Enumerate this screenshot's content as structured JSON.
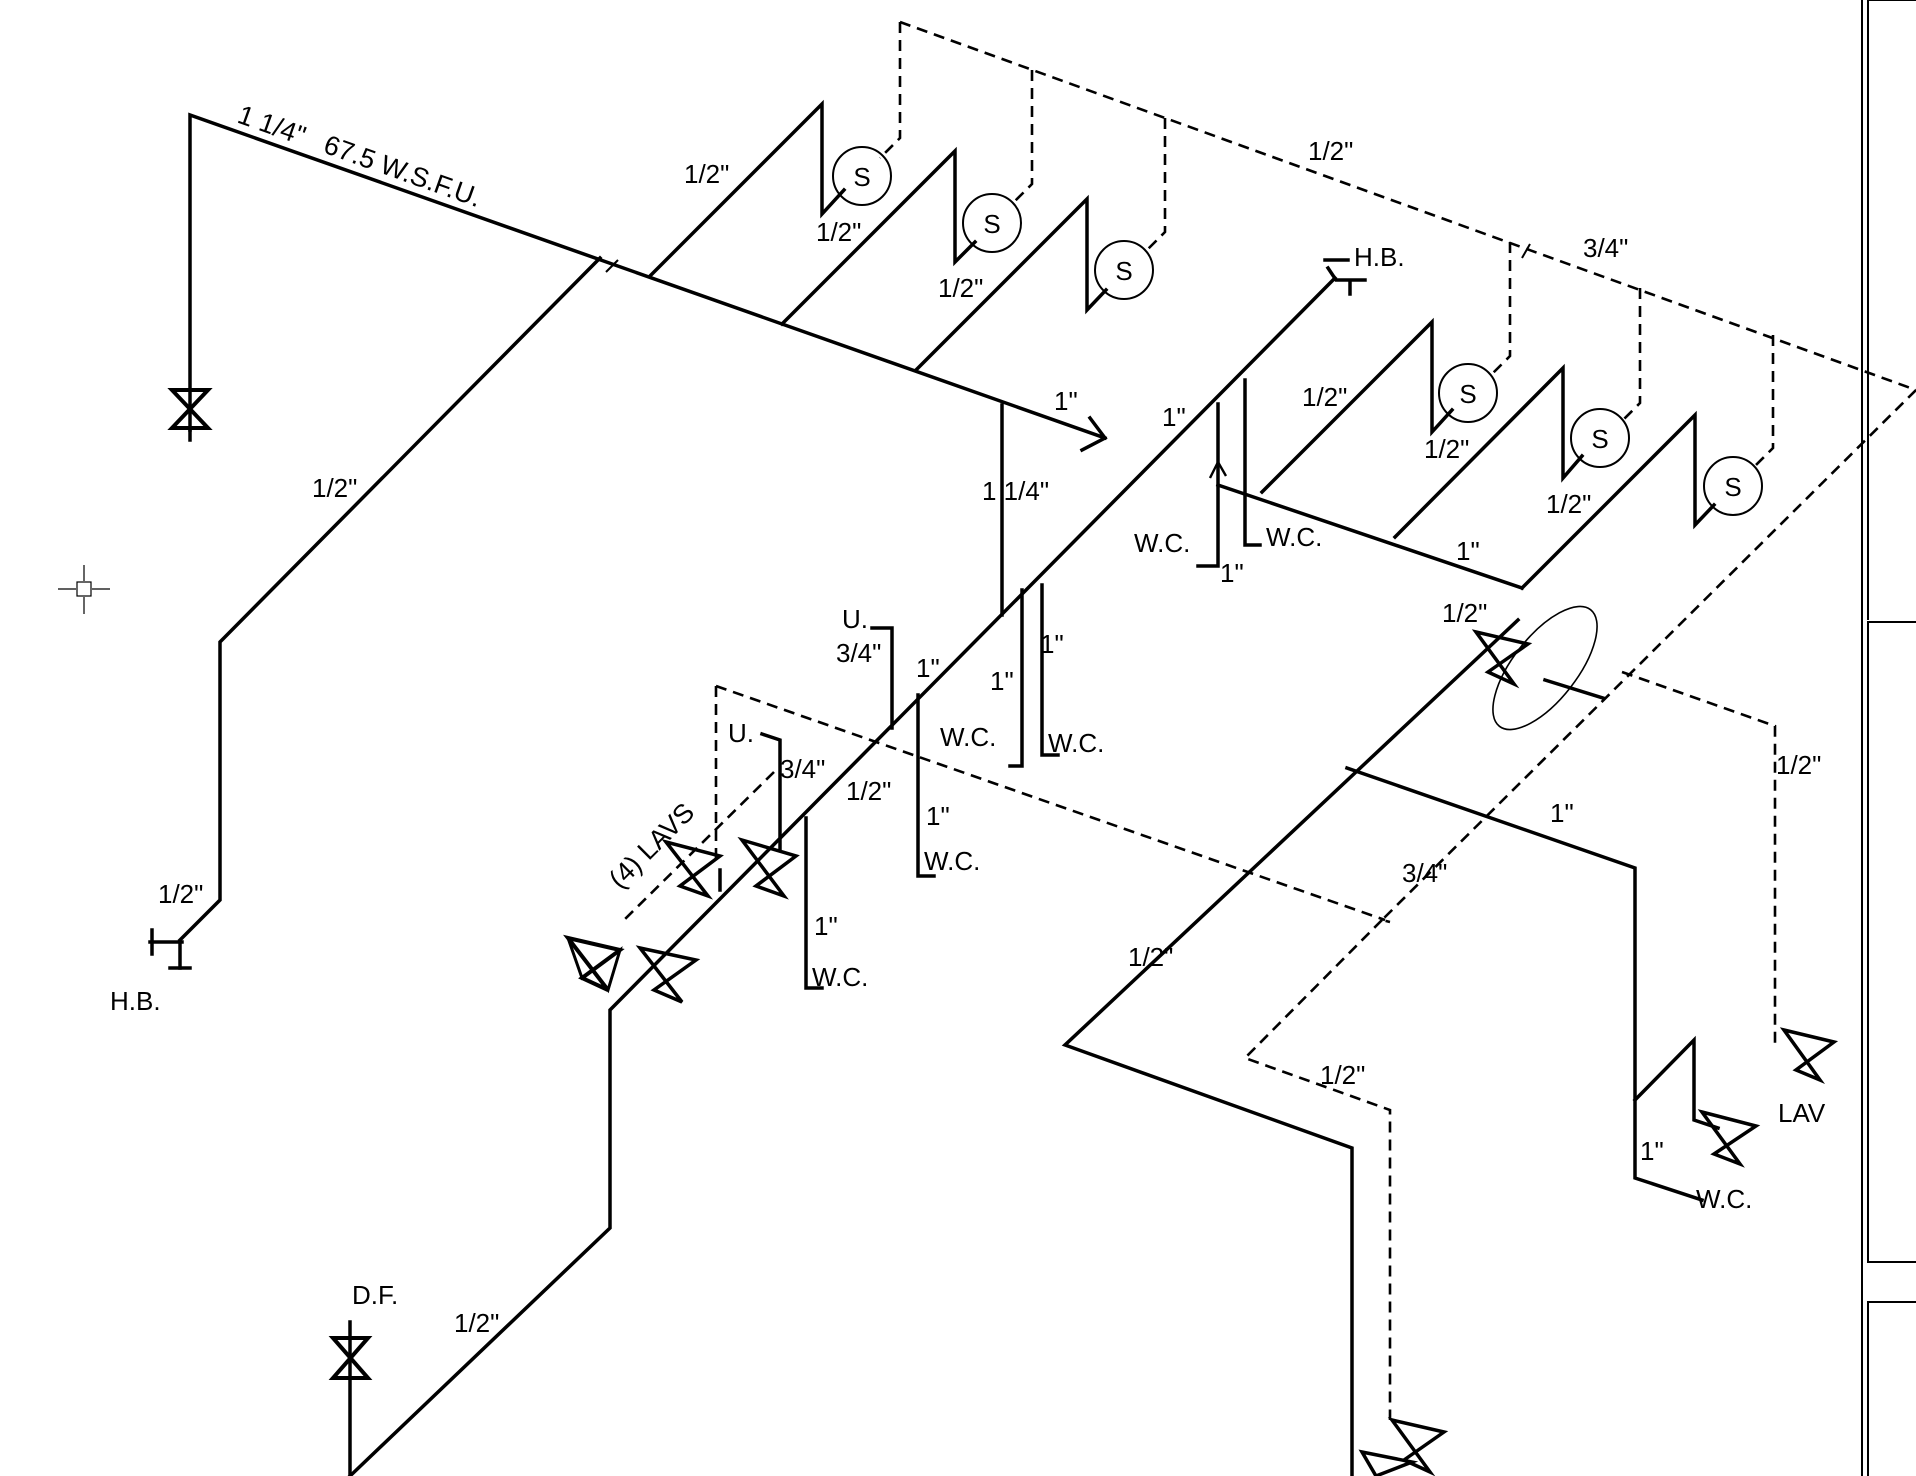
{
  "colors": {
    "line": "#000000",
    "background": "#ffffff"
  },
  "icons": [
    "crosshair-icon",
    "gate-valve-icon",
    "angle-valve-icon",
    "hose-bibb-icon",
    "shock-arrestor-icon",
    "arrow-icon"
  ],
  "labels": {
    "main_size": "1 1/4\"",
    "main_wsfu": "67.5 W.S.F.U.",
    "hot_top": "1/2\"",
    "hot_top_right": "3/4\"",
    "sh1": "1/2\"",
    "sh2": "1/2\"",
    "sh3": "1/2\"",
    "sh_r1": "1/2\"",
    "sh_r2": "1/2\"",
    "sh_r3": "1/2\"",
    "arrestor": "S",
    "hb_top": "H.B.",
    "hb_left": "H.B.",
    "arrow_1in": "1\"",
    "riser_114": "1 1/4\"",
    "left_riser": "1/2\"",
    "left_hb_size": "1/2\"",
    "diag_1in": "1\"",
    "wc_tee_a": "W.C.",
    "wc_tee_b": "W.C.",
    "wc_tee_1in": "1\"",
    "r_branch_1in": "1\"",
    "ellipse_half": "1/2\"",
    "u_top": "U.",
    "u_top_34": "3/4\"",
    "c_1in_a": "1\"",
    "c_1in_b": "1\"",
    "c_1in_c": "1\"",
    "wc_c1": "W.C.",
    "wc_c2": "W.C.",
    "u_mid": "U.",
    "u_mid_34": "3/4\"",
    "c_half": "1/2\"",
    "c_1in_d": "1\"",
    "wc_c3": "W.C.",
    "lavs": "(4) LAVS",
    "c_1in_e": "1\"",
    "wc_c4": "W.C.",
    "r_half": "1/2\"",
    "r_1in": "1\"",
    "r_34": "3/4\"",
    "low_half_a": "1/2\"",
    "low_half_b": "1/2\"",
    "lav": "LAV",
    "r_1in_b": "1\"",
    "wc_r": "W.C.",
    "df": "D.F.",
    "df_half": "1/2\""
  }
}
